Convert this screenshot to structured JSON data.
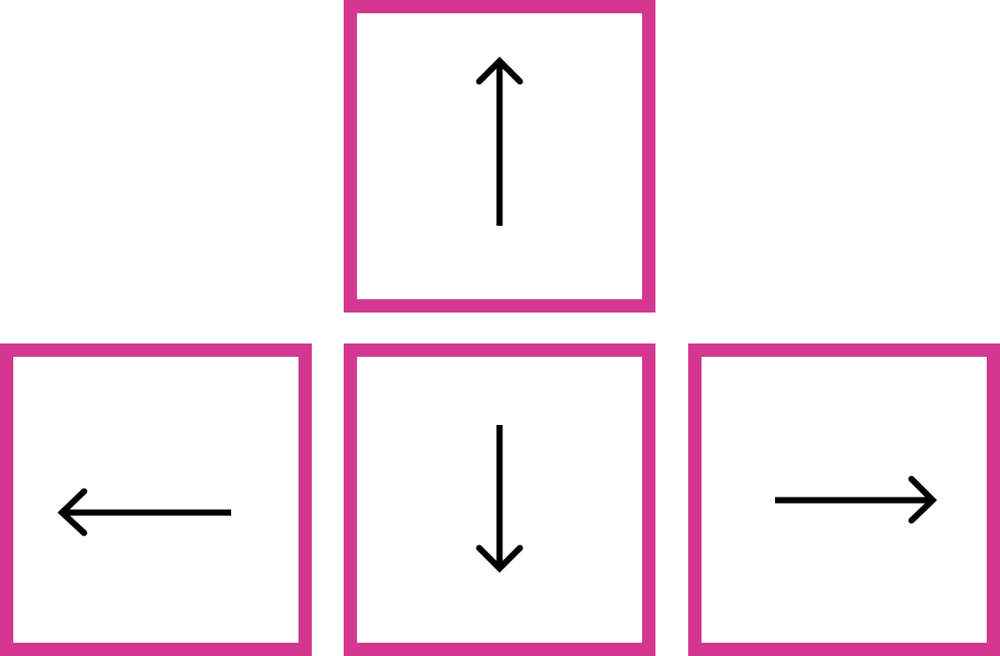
{
  "accent_color": "#d43790",
  "arrow_color": "#000000",
  "keys": [
    {
      "name": "up-key",
      "icon": "arrow-up-icon"
    },
    {
      "name": "left-key",
      "icon": "arrow-left-icon"
    },
    {
      "name": "down-key",
      "icon": "arrow-down-icon"
    },
    {
      "name": "right-key",
      "icon": "arrow-right-icon"
    }
  ]
}
